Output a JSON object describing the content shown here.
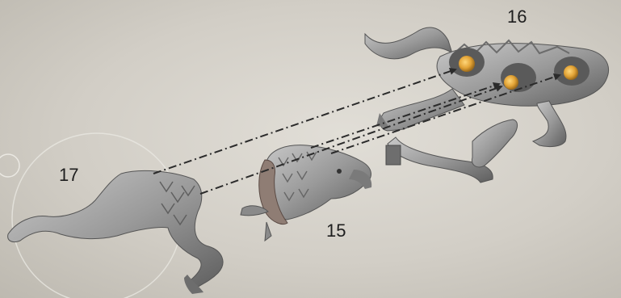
{
  "colors": {
    "background": "#d6d3cb",
    "part_metal": "#9d9d9d",
    "part_shadow": "#5c5c5c",
    "pin": "#e2a336",
    "arrow_line": "#2b2b2b"
  },
  "callouts": {
    "head": "15",
    "rear_body": "16",
    "front_body": "17"
  },
  "icons": {
    "eagle_head": "eagle-head-part",
    "rear_body": "griffin-rear-body-part",
    "front_body": "griffin-front-body-part",
    "pins": "alignment-pin",
    "arrows": "dash-dot-assembly-arrow"
  },
  "relations": [
    {
      "from": "front_body",
      "to": "rear_body",
      "pin": 1
    },
    {
      "from": "front_body",
      "to": "rear_body",
      "pin": 2
    },
    {
      "from": "head",
      "to": "rear_body",
      "pin": 2
    },
    {
      "from": "head",
      "to": "rear_body",
      "pin": 3
    }
  ]
}
